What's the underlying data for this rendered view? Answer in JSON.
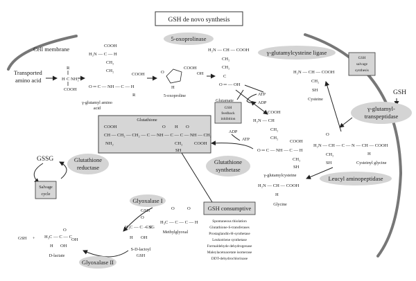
{
  "title": "GSH de novo synthesis",
  "membrane_label": "Cell membrane",
  "transported": [
    "Transported",
    "amino acid"
  ],
  "enzymes": {
    "oxoprolinase": "5-oxoprolinase",
    "gcl": "γ-glutamylcysteine ligase",
    "ggt": [
      "γ-glutamyl-",
      "transpeptidase"
    ],
    "gr": [
      "Glutathione",
      "reductase"
    ],
    "gs": [
      "Glutathione",
      "synthetase"
    ],
    "leucyl": "Leucyl aminopeptidase",
    "glyox1": "Glyoxalase I",
    "glyox2": "Glyoxalase II"
  },
  "boxes": {
    "salvage_synthesis": [
      "GSH",
      "salvage",
      "synthesis"
    ],
    "feedback": [
      "GSH",
      "feedback",
      "inhibition"
    ],
    "salvage_cycle": [
      "Salvage",
      "cycle"
    ],
    "consumptive": "GSH consumptive"
  },
  "consumptive_items": [
    "Spontaneous thiolation",
    "Glutathione-S-transferases",
    "Prostaglandin-H-synthetase",
    "Leukotriene synthetase",
    "Formaldehyde dehydrogenase",
    "Maleylacetoacetate isomerase",
    "DDT-dehydrochlorinase"
  ],
  "compounds": {
    "ggaa": [
      "γ-glutamyl amino",
      "acid"
    ],
    "oxoproline": "5-oxoproline",
    "glutamate": "Glutamate",
    "cysteine": "Cysteine",
    "ggc": "γ-glutamylcysteine",
    "glycine": "Glycine",
    "cysgly": "Cysteinyl glycine",
    "glutathione": "Glutathione",
    "methylglyoxal": "Methylglyoxal",
    "sdl": [
      "S-D-lactoyl",
      "GSH"
    ],
    "dlactate": "D-lactate"
  },
  "labels": {
    "gssg": "GSSG",
    "gsh": "GSH",
    "atp": "ATP",
    "adp": "ADP",
    "plus": "+"
  }
}
